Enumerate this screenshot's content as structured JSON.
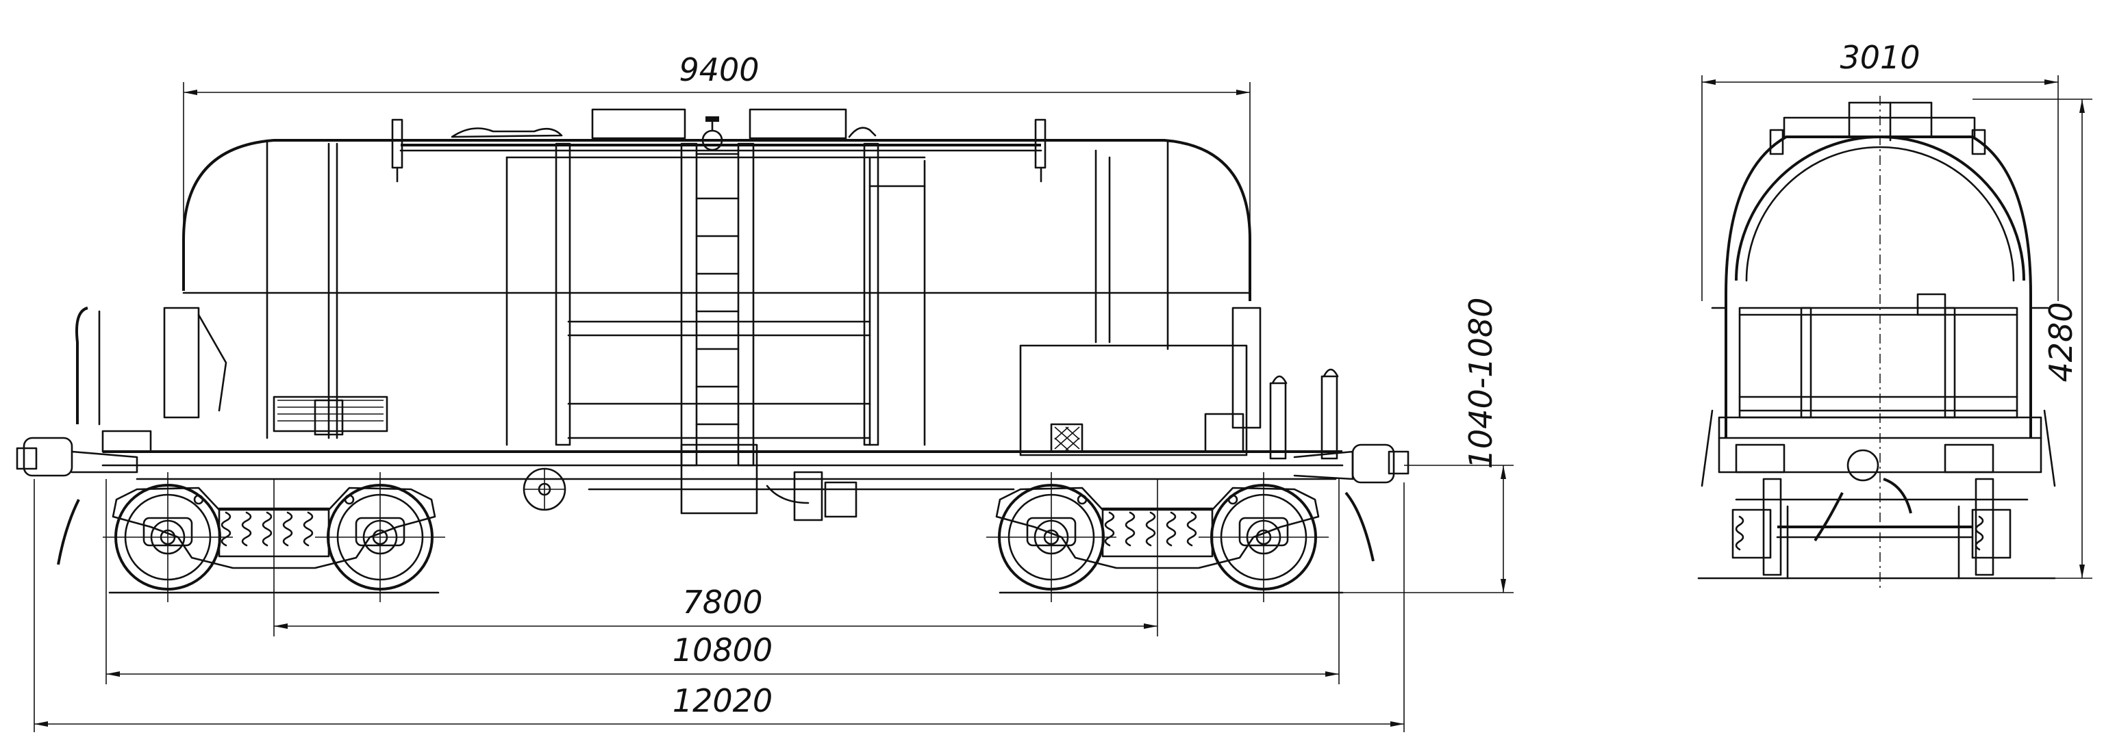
{
  "dimensions": {
    "tank_length": "9400",
    "bogie_centers": "7800",
    "length_over_coupler_axes": "10800",
    "length_over_couplers": "12020",
    "coupler_height": "1040-1080",
    "width": "3010",
    "height": "4280"
  }
}
